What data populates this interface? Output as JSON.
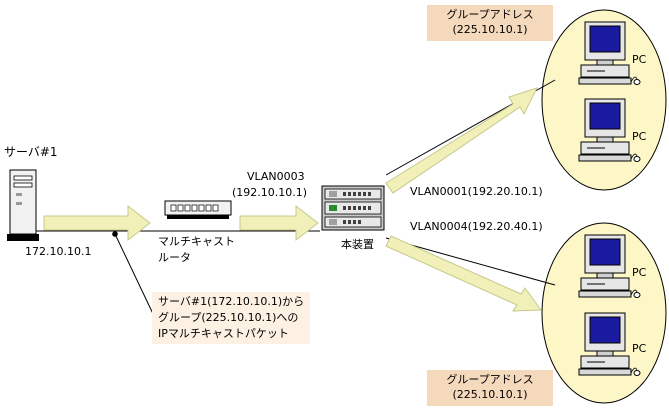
{
  "server": {
    "label": "サーバ#1",
    "ip": "172.10.10.1"
  },
  "router": {
    "label_line1": "マルチキャスト",
    "label_line2": "ルータ"
  },
  "vlan_upstream": {
    "name": "VLAN0003",
    "ip": "(192.10.10.1)"
  },
  "switch": {
    "label": "本装置"
  },
  "vlan_out_top": {
    "text": "VLAN0001(192.20.10.1)"
  },
  "vlan_out_bottom": {
    "text": "VLAN0004(192.20.40.1)"
  },
  "group_top": {
    "line1": "グループアドレス",
    "line2": "(225.10.10.1)"
  },
  "group_bottom": {
    "line1": "グループアドレス",
    "line2": "(225.10.10.1)"
  },
  "pc_labels": [
    "PC",
    "PC",
    "PC",
    "PC"
  ],
  "callout": {
    "line1": "サーバ#1(172.10.10.1)から",
    "line2": "グループ(225.10.10.1)への",
    "line3": "IPマルチキャストパケット"
  },
  "colors": {
    "arrow_fill": "#f0f0b8",
    "arrow_stroke": "#c8c88c",
    "ellipse_fill": "#fdf7c8",
    "group_box": "#f5d9bd",
    "callout_box": "#fdf1e3",
    "screen_blue": "#1a1aa0"
  }
}
